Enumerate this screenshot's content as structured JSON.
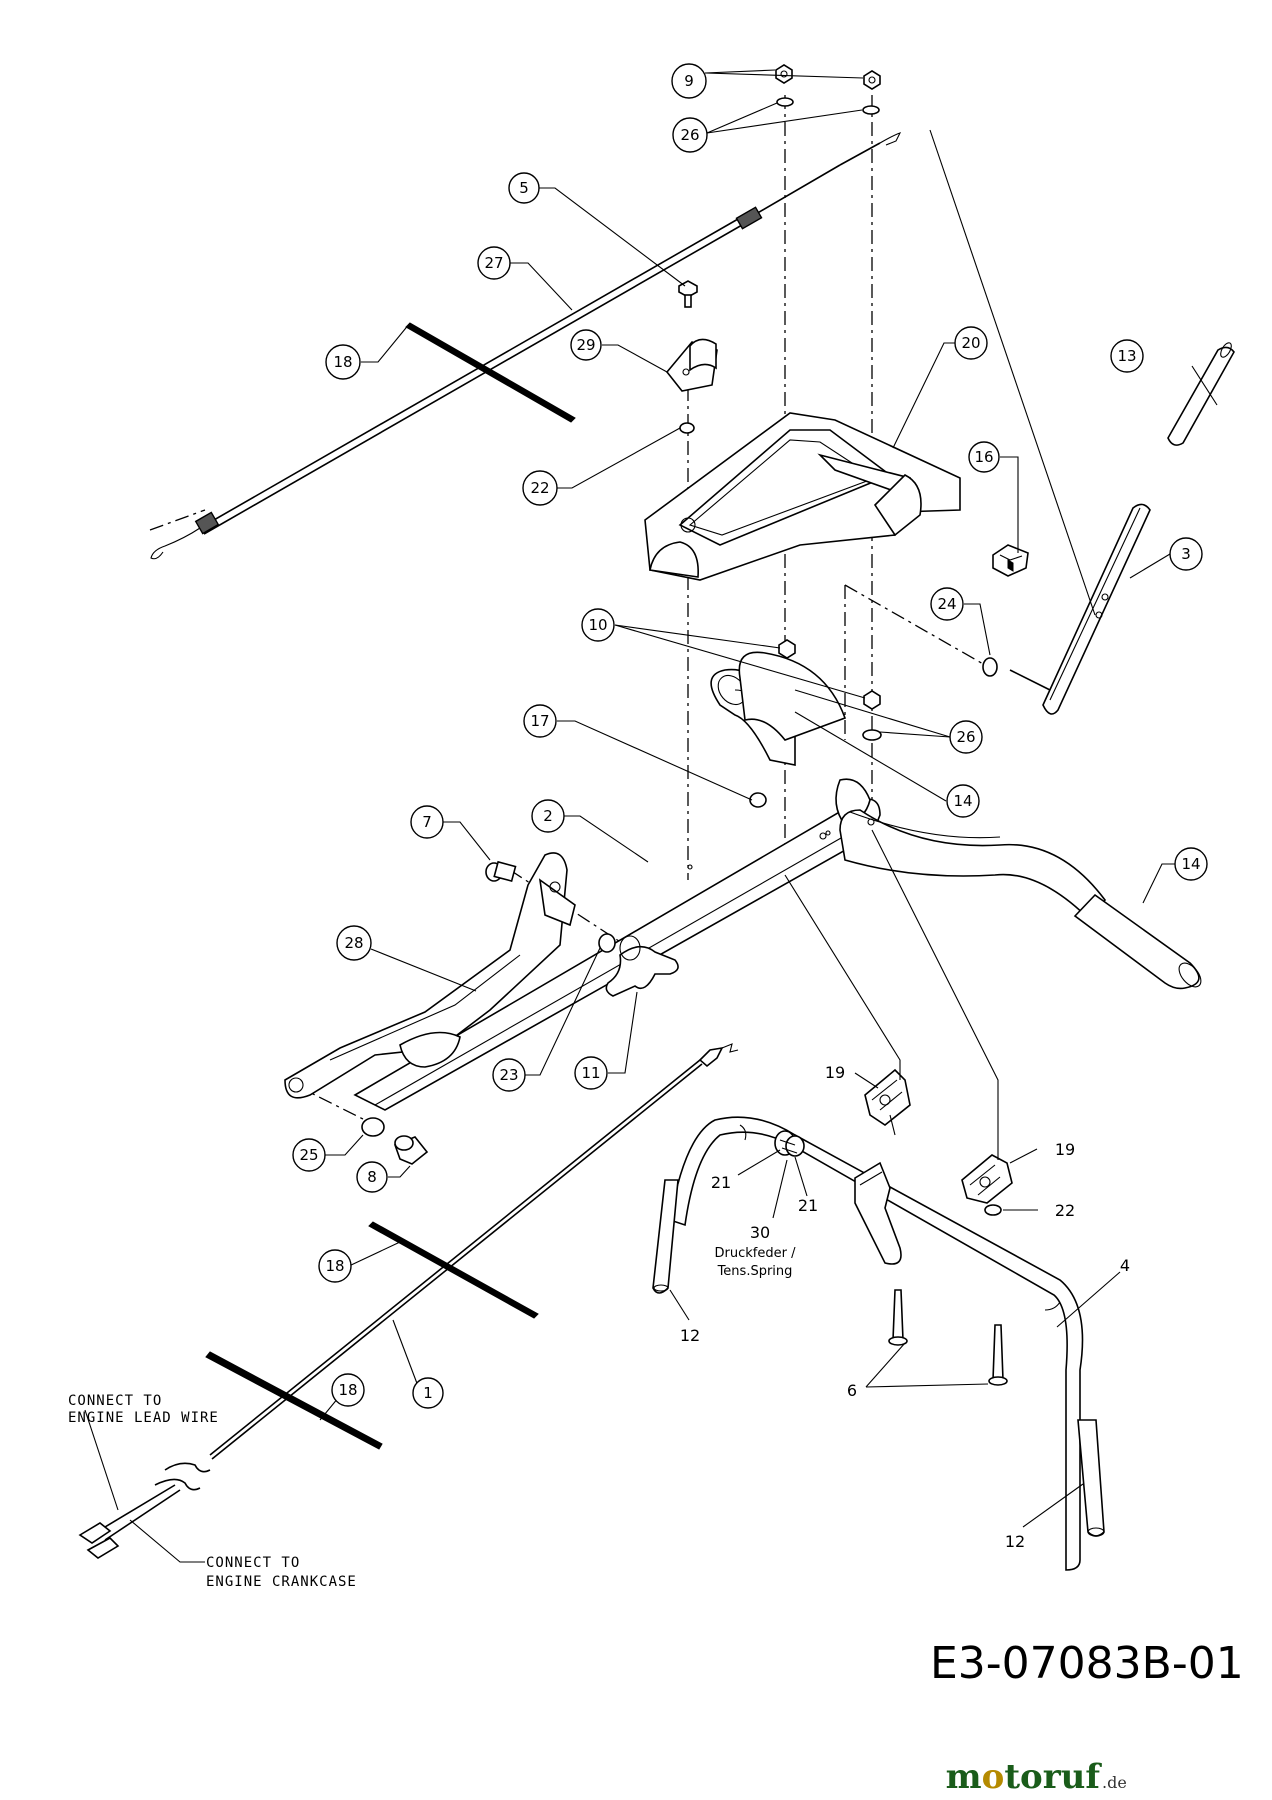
{
  "diagram": {
    "code": "E3-07083B-01",
    "notes": {
      "lead_wire_line1": "CONNECT TO",
      "lead_wire_line2": "ENGINE LEAD WIRE",
      "crankcase_line1": "CONNECT TO",
      "crankcase_line2": "ENGINE CRANKCASE",
      "spring_line1": "Druckfeder /",
      "spring_line2": "Tens.Spring"
    },
    "callouts": {
      "c9": "9",
      "c26a": "26",
      "c5": "5",
      "c27": "27",
      "c18a": "18",
      "c29": "29",
      "c20": "20",
      "c13": "13",
      "c22a": "22",
      "c16": "16",
      "c3": "3",
      "c24": "24",
      "c10": "10",
      "c26b": "26",
      "c17": "17",
      "c14a": "14",
      "c14b": "14",
      "c7": "7",
      "c2": "2",
      "c28": "28",
      "c23": "23",
      "c11": "11",
      "c25": "25",
      "c8": "8",
      "c18b": "18",
      "c18c": "18",
      "c1": "1"
    },
    "labels": {
      "l19a": "19",
      "l19b": "19",
      "l22b": "22",
      "l21a": "21",
      "l21b": "21",
      "l30": "30",
      "l12a": "12",
      "l12b": "12",
      "l4": "4",
      "l6": "6"
    }
  },
  "watermark": {
    "brand": "motoruf",
    "tld": ".de",
    "color_m": "#1a5c1a",
    "color_o": "#b58a00"
  }
}
